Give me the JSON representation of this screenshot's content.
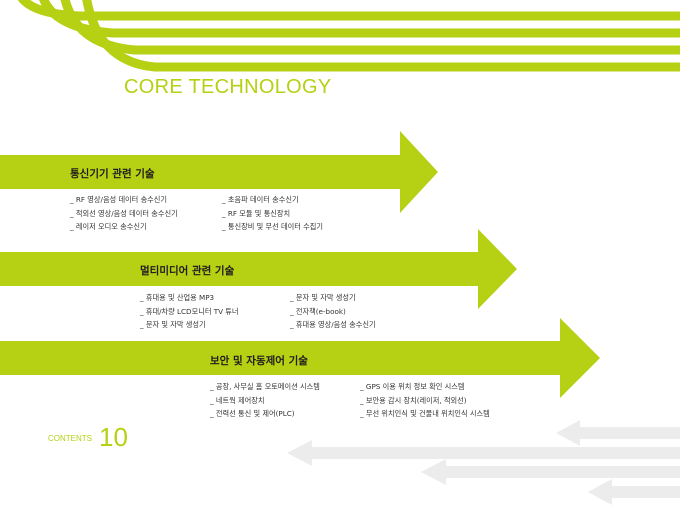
{
  "page": {
    "title": "CORE TECHNOLOGY",
    "footer": {
      "label": "CONTENTS",
      "number": "10"
    }
  },
  "sections": [
    {
      "heading": "통신기기 관련 기술",
      "left_items": [
        "_ RF 영상/음성 데이터 송수신기",
        "_ 적외선 영상/음성 데이터 송수신기",
        "_ 레이저 오디오 송수신기"
      ],
      "right_items": [
        "_ 초음파 데이터 송수신기",
        "_ RF 모듈 및 통신장치",
        "_ 통신장비 및 무선 데이터 수집기"
      ]
    },
    {
      "heading": "멀티미디어 관련 기술",
      "left_items": [
        "_ 휴대용 및 산업용 MP3",
        "_ 휴대/차량 LCD모니터 TV 튜너",
        "_ 문자 및 자막 생성기"
      ],
      "right_items": [
        "_ 문자 및 자막 생성기",
        "_ 전자책(e-book)",
        "_ 휴대용 영상/음성 송수신기"
      ]
    },
    {
      "heading": "보안 및 자동제어 기술",
      "left_items": [
        "_ 공장, 사무실 홈 오토메이션 시스템",
        "_ 네트웍 제어장치",
        "_ 전력선 통신 및 제어(PLC)"
      ],
      "right_items": [
        "_ GPS 이용 위치 정보 확인 시스템",
        "_ 보안용 감시 장치(레이저, 적외선)",
        "_ 무선 위치인식 및 건물내 위치인식 시스템"
      ]
    }
  ],
  "colors": {
    "accent": "#b6d013",
    "ghost_arrow": "#ececec",
    "text": "#222222"
  }
}
